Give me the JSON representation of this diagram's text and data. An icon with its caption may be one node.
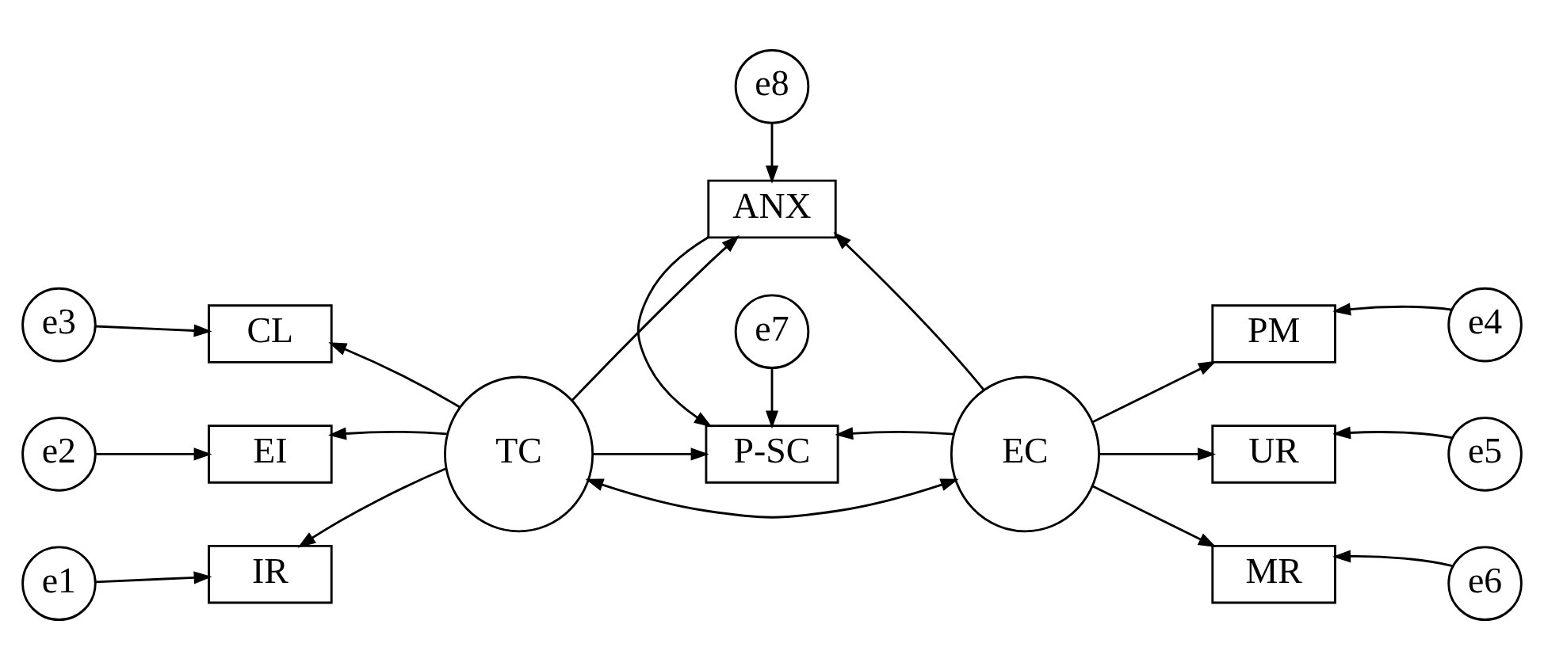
{
  "diagram": {
    "nodes": [
      {
        "text": [
          "e8"
        ]
      },
      {
        "text": [
          "ANX"
        ]
      },
      {
        "text": [
          "e3"
        ]
      },
      {
        "text": [
          "CL"
        ]
      },
      {
        "text": [
          "PM"
        ]
      },
      {
        "text": [
          "e4"
        ]
      },
      {
        "text": [
          "e2"
        ]
      },
      {
        "text": [
          "EI"
        ]
      },
      {
        "text": [
          "TC"
        ]
      },
      {
        "text": [
          "EC"
        ]
      },
      {
        "text": [
          "UR"
        ]
      },
      {
        "text": [
          "e5"
        ]
      },
      {
        "text": [
          "e1"
        ]
      },
      {
        "text": [
          "IR"
        ]
      },
      {
        "text": [
          "MR"
        ]
      },
      {
        "text": [
          "e6"
        ]
      },
      {
        "text": [
          "P-SC"
        ]
      },
      {
        "text": [
          "e7"
        ]
      }
    ],
    "edges": [
      {
        "from": 0,
        "to": 1,
        "arrow": "to"
      },
      {
        "from": 8,
        "to": 1,
        "arrow": "to"
      },
      {
        "from": 9,
        "to": 1,
        "arrow": "to"
      },
      {
        "from": 1,
        "to": 16,
        "arrow": "to"
      },
      {
        "from": 8,
        "to": 16,
        "arrow": "to"
      },
      {
        "from": 9,
        "to": 16,
        "arrow": "to"
      },
      {
        "from": 17,
        "to": 16,
        "arrow": "to"
      },
      {
        "from": 8,
        "to": 9,
        "arrow": "both"
      },
      {
        "from": 8,
        "to": 3,
        "arrow": "to"
      },
      {
        "from": 8,
        "to": 7,
        "arrow": "to"
      },
      {
        "from": 8,
        "to": 13,
        "arrow": "to"
      },
      {
        "from": 2,
        "to": 3,
        "arrow": "to"
      },
      {
        "from": 6,
        "to": 7,
        "arrow": "to"
      },
      {
        "from": 12,
        "to": 13,
        "arrow": "to"
      },
      {
        "from": 9,
        "to": 4,
        "arrow": "to"
      },
      {
        "from": 9,
        "to": 10,
        "arrow": "to"
      },
      {
        "from": 9,
        "to": 14,
        "arrow": "to"
      },
      {
        "from": 5,
        "to": 4,
        "arrow": "to"
      },
      {
        "from": 11,
        "to": 10,
        "arrow": "to"
      },
      {
        "from": 15,
        "to": 14,
        "arrow": "to"
      }
    ]
  }
}
